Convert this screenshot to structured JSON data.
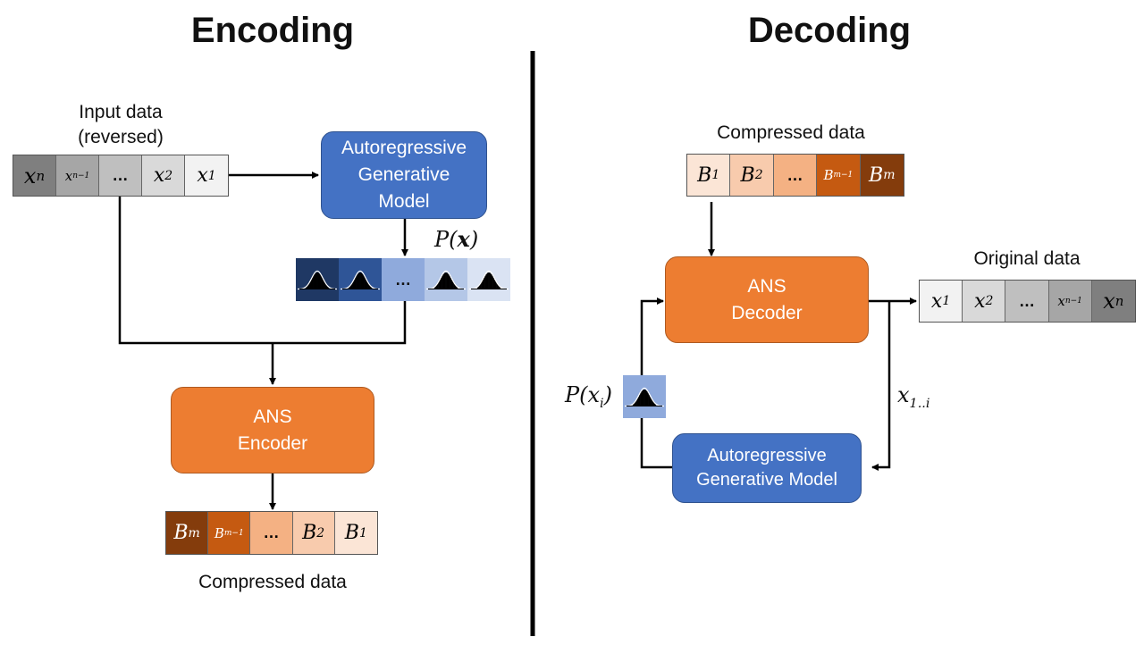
{
  "encoding": {
    "title": "Encoding",
    "input_label": "Input data\n(reversed)",
    "input_cells": [
      {
        "main": "x",
        "sub": "n",
        "color": "#7f7f7f",
        "text": "#000",
        "size": 24
      },
      {
        "main": "x",
        "sub": "n−1",
        "color": "#a6a6a6",
        "text": "#000",
        "size": 15
      },
      {
        "main": "…",
        "sub": "",
        "color": "#bfbfbf",
        "text": "#000",
        "size": 18
      },
      {
        "main": "x",
        "sub": "2",
        "color": "#d9d9d9",
        "text": "#000",
        "size": 22
      },
      {
        "main": "x",
        "sub": "1",
        "color": "#f2f2f2",
        "text": "#000",
        "size": 22
      }
    ],
    "model_label": "Autoregressive\nGenerative\nModel",
    "prob_label_main": "P(",
    "prob_label_var": "x",
    "prob_label_close": ")",
    "prob_cells": [
      {
        "color": "#1f3864",
        "dots": false
      },
      {
        "color": "#2f5597",
        "dots": false
      },
      {
        "color": "#8faadc",
        "dots": true,
        "label": "…"
      },
      {
        "color": "#b4c7e7",
        "dots": false
      },
      {
        "color": "#dae3f3",
        "dots": false
      }
    ],
    "encoder_label": "ANS\nEncoder",
    "output_cells": [
      {
        "main": "B",
        "sub": "m",
        "color": "#843c0c",
        "text": "#fff",
        "size": 22
      },
      {
        "main": "B",
        "sub": "m−1",
        "color": "#c55a11",
        "text": "#fff",
        "size": 15
      },
      {
        "main": "…",
        "sub": "",
        "color": "#f4b183",
        "text": "#000",
        "size": 18
      },
      {
        "main": "B",
        "sub": "2",
        "color": "#f8cbad",
        "text": "#000",
        "size": 22
      },
      {
        "main": "B",
        "sub": "1",
        "color": "#fbe5d6",
        "text": "#000",
        "size": 22
      }
    ],
    "output_label": "Compressed data"
  },
  "decoding": {
    "title": "Decoding",
    "input_label": "Compressed data",
    "input_cells": [
      {
        "main": "B",
        "sub": "1",
        "color": "#fbe5d6",
        "text": "#000",
        "size": 22
      },
      {
        "main": "B",
        "sub": "2",
        "color": "#f8cbad",
        "text": "#000",
        "size": 22
      },
      {
        "main": "…",
        "sub": "",
        "color": "#f4b183",
        "text": "#000",
        "size": 18
      },
      {
        "main": "B",
        "sub": "m−1",
        "color": "#c55a11",
        "text": "#fff",
        "size": 15
      },
      {
        "main": "B",
        "sub": "m",
        "color": "#843c0c",
        "text": "#fff",
        "size": 22
      }
    ],
    "decoder_label": "ANS\nDecoder",
    "output_label": "Original data",
    "output_cells": [
      {
        "main": "x",
        "sub": "1",
        "color": "#f2f2f2",
        "text": "#000",
        "size": 22
      },
      {
        "main": "x",
        "sub": "2",
        "color": "#d9d9d9",
        "text": "#000",
        "size": 22
      },
      {
        "main": "…",
        "sub": "",
        "color": "#bfbfbf",
        "text": "#000",
        "size": 18
      },
      {
        "main": "x",
        "sub": "n−1",
        "color": "#a6a6a6",
        "text": "#000",
        "size": 15
      },
      {
        "main": "x",
        "sub": "n",
        "color": "#7f7f7f",
        "text": "#000",
        "size": 24
      }
    ],
    "model_label": "Autoregressive\nGenerative Model",
    "prob_label_main": "P(x",
    "prob_label_sub": "i",
    "prob_label_close": ")",
    "prob_cell_color": "#8faadc",
    "feedback_label_main": "x",
    "feedback_label_sub": "1..i"
  },
  "divider_color": "#000000"
}
